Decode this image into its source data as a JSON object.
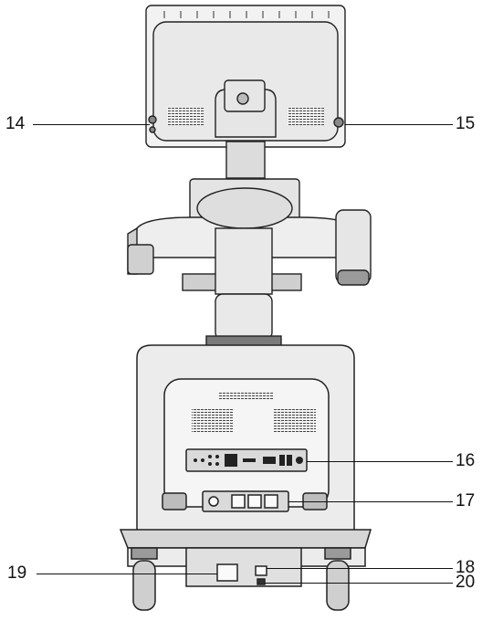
{
  "figure": {
    "subject": "ultrasound system rear view",
    "callouts": [
      {
        "id": "c14",
        "label": "14"
      },
      {
        "id": "c15",
        "label": "15"
      },
      {
        "id": "c16",
        "label": "16"
      },
      {
        "id": "c17",
        "label": "17"
      },
      {
        "id": "c18",
        "label": "18"
      },
      {
        "id": "c19",
        "label": "19"
      },
      {
        "id": "c20",
        "label": "20"
      }
    ]
  },
  "colors": {
    "line": "#111111",
    "body_fill": "#ececec",
    "panel_fill": "#d9d9d9",
    "dark_fill": "#6a6a6a"
  }
}
